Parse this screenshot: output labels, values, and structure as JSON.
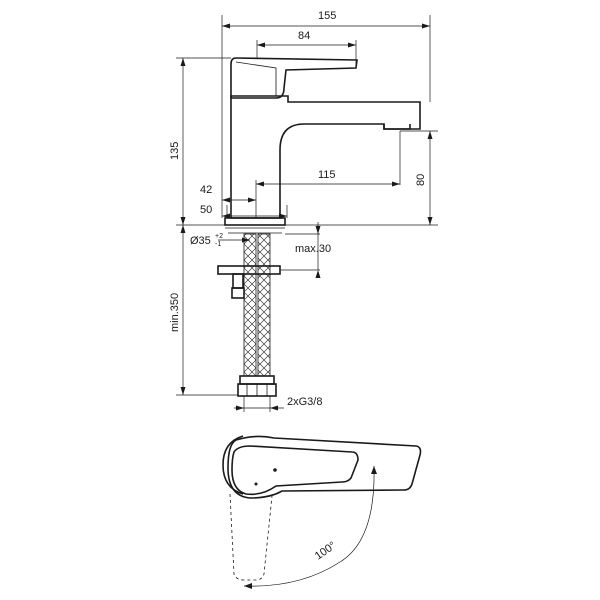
{
  "dimensions": {
    "overall_width": "155",
    "lever_length": "84",
    "height": "135",
    "spout_reach": "115",
    "spout_height": "80",
    "base_42": "42",
    "base_50": "50",
    "hole_diameter": "Ø35",
    "hole_tolerance_plus": "+2",
    "hole_tolerance_minus": "-1",
    "max_thickness": "max.30",
    "hose_length": "min.350",
    "connection": "2xG3/8",
    "rotation_angle": "100°"
  }
}
